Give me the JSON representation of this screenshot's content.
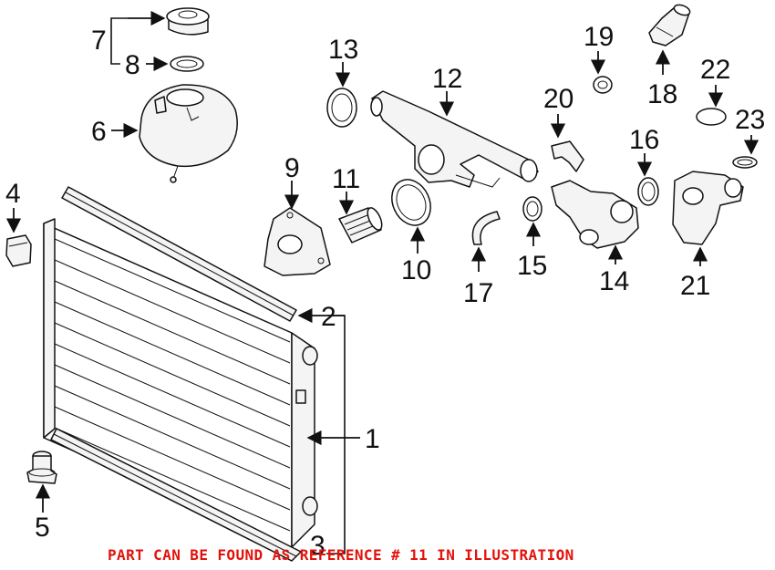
{
  "callouts": {
    "c1": "1",
    "c2": "2",
    "c3": "3",
    "c4": "4",
    "c5": "5",
    "c6": "6",
    "c7": "7",
    "c8": "8",
    "c9": "9",
    "c10": "10",
    "c11": "11",
    "c12": "12",
    "c13": "13",
    "c14": "14",
    "c15": "15",
    "c16": "16",
    "c17": "17",
    "c18": "18",
    "c19": "19",
    "c20": "20",
    "c21": "21",
    "c22": "22",
    "c23": "23"
  },
  "note": "PART CAN BE FOUND AS REFERENCE # 11 IN ILLUSTRATION",
  "colors": {
    "note": "#e3120b",
    "lines": "#111111",
    "background": "#ffffff"
  }
}
